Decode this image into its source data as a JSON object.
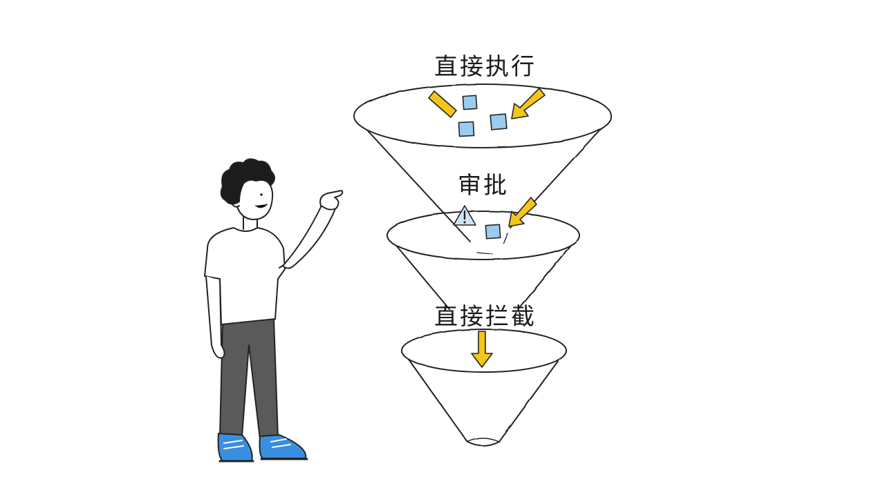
{
  "labels": {
    "top": "直接执行",
    "middle": "审批",
    "bottom": "直接拦截"
  },
  "colors": {
    "arrow": "#f5c518",
    "block": "#9ccbf0",
    "outline": "#222222",
    "pants": "#5a5a5a",
    "shoes": "#3a8ee0"
  },
  "icons": [
    "warning-icon",
    "yellow-arrow",
    "blue-square"
  ]
}
